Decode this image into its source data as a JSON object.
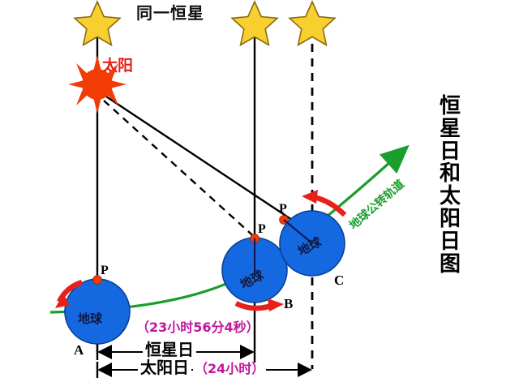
{
  "page": {
    "title_vertical": "恒星日和太阳日图",
    "top_label": "同一恒星",
    "background": "#ffffff"
  },
  "colors": {
    "earth_blue": "#1569e0",
    "earth_blue_stroke": "#0b3f95",
    "sun_orange": "#f23c05",
    "star_yellow": "#f7cf2e",
    "star_stroke": "#8a6b10",
    "orbit_green": "#1b9e2c",
    "arrow_red": "#e8201a",
    "magenta_text": "#c4159c",
    "line_black": "#000000",
    "earth_label_navy": "#111840"
  },
  "sun": {
    "label": "太阳",
    "icon": "sun-icon"
  },
  "stars": [
    {
      "name": "star-left",
      "icon": "star-icon",
      "line_style": "solid"
    },
    {
      "name": "star-middle",
      "icon": "star-icon",
      "line_style": "solid"
    },
    {
      "name": "star-right",
      "icon": "star-icon",
      "line_style": "dashed"
    }
  ],
  "earths": [
    {
      "id": "A",
      "name_label": "地球",
      "point_label": "P",
      "position_label": "A",
      "spin_arrow": "rotation-arrow-left"
    },
    {
      "id": "B",
      "name_label": "地球",
      "point_label": "P",
      "position_label": "B",
      "spin_arrow": "rotation-arrow-right"
    },
    {
      "id": "C",
      "name_label": "地球",
      "point_label": "P",
      "position_label": "C",
      "spin_arrow": "rotation-arrow-left"
    }
  ],
  "orbit": {
    "label": "地球公转轨道"
  },
  "measures": {
    "sidereal_duration": "（23小时56分4秒）",
    "sidereal_label": "恒星日",
    "solar_label": "太阳日",
    "solar_duration": "（24小时）"
  },
  "chart_data": {
    "type": "diagram",
    "title": "恒星日和太阳日图",
    "subject": "Sidereal day vs Solar day",
    "annotations": [
      {
        "key": "sidereal_day",
        "label": "恒星日",
        "value": "（23小时56分4秒）"
      },
      {
        "key": "solar_day",
        "label": "太阳日",
        "value": "（24小时）"
      }
    ],
    "positions": [
      "A",
      "B",
      "C"
    ],
    "reference": "同一恒星"
  }
}
